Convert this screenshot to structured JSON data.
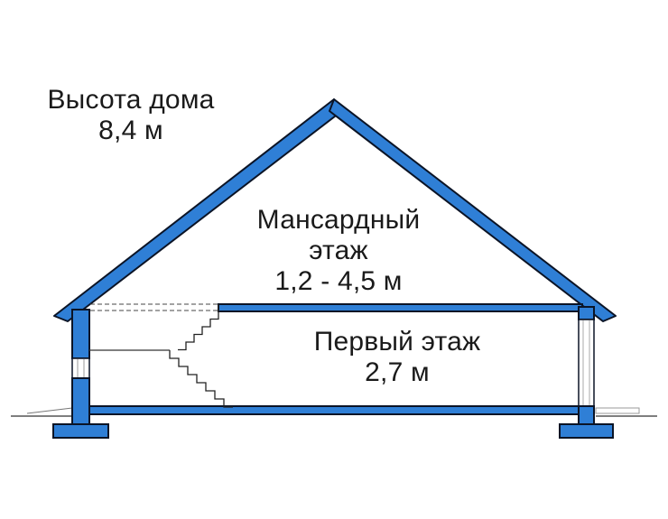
{
  "labels": {
    "house_height": {
      "line1": "Высота дома",
      "line2": "8,4 м"
    },
    "attic_floor": {
      "line1": "Мансардный",
      "line2": "этаж",
      "line3": "1,2 - 4,5 м"
    },
    "first_floor": {
      "line1": "Первый этаж",
      "line2": "2,7 м"
    }
  },
  "colors": {
    "structure_fill": "#2f7fd6",
    "outline": "#0b1426",
    "window_frame": "#bfbfbf",
    "text": "#1a1a1a",
    "background": "#ffffff"
  }
}
